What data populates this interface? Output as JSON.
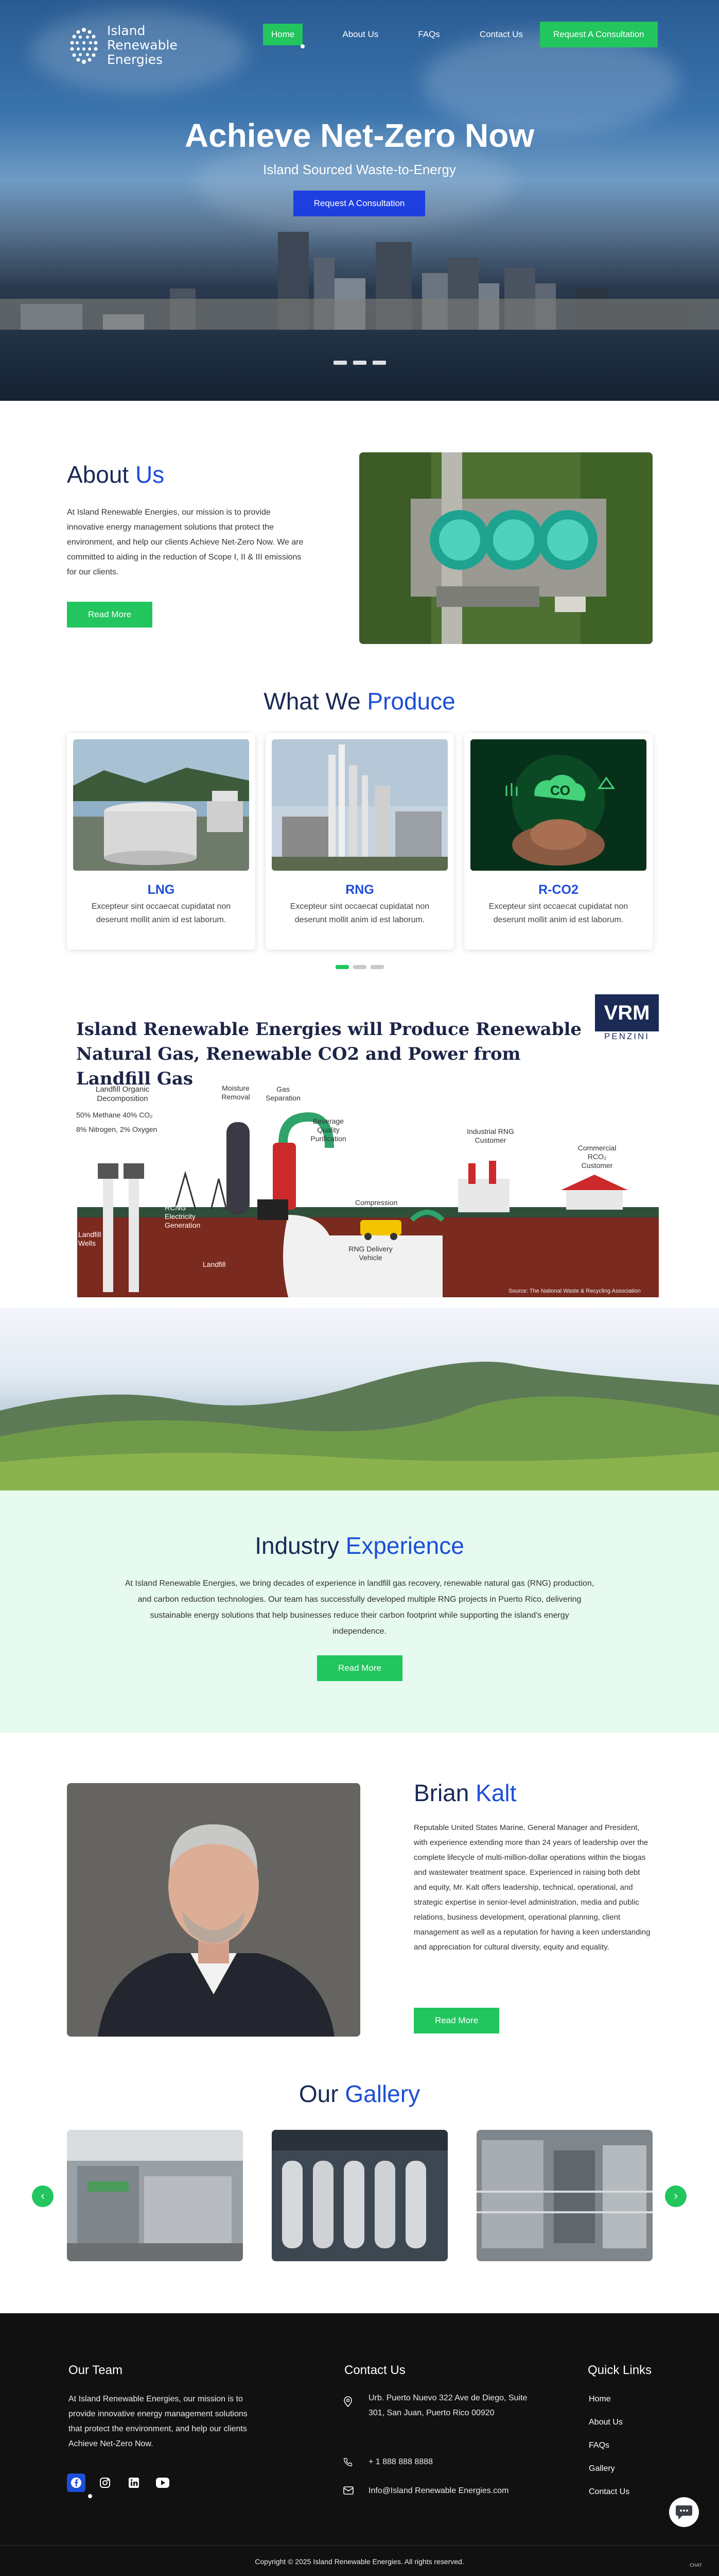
{
  "brand": {
    "line1": "Island",
    "line2": "Renewable",
    "line3": "Energies"
  },
  "nav": {
    "home": "Home",
    "about": "About Us",
    "faqs": "FAQs",
    "contact": "Contact Us",
    "cta": "Request A Consultation"
  },
  "hero": {
    "title": "Achieve Net-Zero Now",
    "subtitle": "Island Sourced Waste-to-Energy",
    "cta": "Request A Consultation"
  },
  "about": {
    "title_a": "About",
    "title_b": "Us",
    "text": "At Island Renewable Energies, our mission is to provide innovative energy management solutions that protect the environment, and help our clients Achieve Net-Zero Now. We are committed to aiding in the reduction of Scope I, II & III emissions for our clients.",
    "button": "Read More"
  },
  "produce": {
    "title_a": "What We",
    "title_b": "Produce",
    "cards": [
      {
        "title": "LNG",
        "text": "Excepteur sint occaecat cupidatat non deserunt mollit anim id est laborum."
      },
      {
        "title": "RNG",
        "text": "Excepteur sint occaecat cupidatat non deserunt mollit anim id est laborum."
      },
      {
        "title": "R-CO2",
        "text": "Excepteur sint occaecat cupidatat non deserunt mollit anim id est laborum."
      }
    ],
    "co_glyph": "CO"
  },
  "infographic": {
    "title_line1": "Island Renewable Energies will Produce Renewable",
    "title_line2": "Natural Gas, Renewable CO2 and Power from Landfill Gas",
    "vrm_logo": "VRM",
    "vrm_sub": "PENZINI",
    "labels": {
      "decomp": "Landfill Organic Decomposition",
      "methane": "50% Methane 40% CO₂",
      "nitrogen": "8% Nitrogen, 2% Oxygen",
      "moisture": "Moisture Removal",
      "gas_sep": "Gas Separation",
      "beverage": "Beverage Quality Purification",
      "compression": "Compression",
      "industrial": "Industrial RNG Customer",
      "commercial": "Commercial RCO₂ Customer",
      "rcng": "RCNG Electricity Generation",
      "wells": "Landfill Wells",
      "landfill": "Landfill",
      "delivery": "RNG Delivery Vehicle",
      "source": "Source: The National Waste & Recycling Association"
    }
  },
  "experience": {
    "title_a": "Industry",
    "title_b": "Experience",
    "text": "At Island Renewable Energies, we bring decades of experience in landfill gas recovery, renewable natural gas (RNG) production, and carbon reduction technologies. Our team has successfully developed multiple RNG projects in Puerto Rico, delivering sustainable energy solutions that help businesses reduce their carbon footprint while supporting the island's energy independence.",
    "button": "Read More"
  },
  "person": {
    "first": "Brian",
    "last": "Kalt",
    "bio": "Reputable United States Marine, General Manager and President, with experience extending more than 24 years of leadership over the complete lifecycle of multi-million-dollar operations within the biogas and wastewater treatment space. Experienced in raising both debt and equity, Mr. Kalt offers leadership, technical, operational, and strategic expertise in senior-level administration, media and public relations, business development, operational planning, client management as well as a reputation for having a keen understanding and appreciation for cultural diversity, equity and equality.",
    "button": "Read More"
  },
  "gallery": {
    "title_a": "Our",
    "title_b": "Gallery"
  },
  "footer": {
    "team_title": "Our Team",
    "team_text": "At Island Renewable Energies, our mission is to provide innovative energy management solutions that protect the environment, and help our clients Achieve Net-Zero Now.",
    "contact_title": "Contact Us",
    "address": "Urb. Puerto Nuevo 322 Ave de Diego, Suite 301, San Juan, Puerto Rico 00920",
    "phone": "+ 1 888 888 8888",
    "email": "Info@Island Renewable Energies.com",
    "links_title": "Quick Links",
    "links": [
      "Home",
      "About Us",
      "FAQs",
      "Gallery",
      "Contact Us"
    ],
    "copyright": "Copyright © 2025 Island Renewable Energies. All rights reserved.",
    "chat_badge": "CHAT"
  },
  "icons": [
    "circle-logo-icon",
    "facebook-icon",
    "instagram-icon",
    "linkedin-icon",
    "youtube-icon",
    "location-icon",
    "phone-icon",
    "email-icon",
    "chat-icon",
    "arrow-left-icon",
    "arrow-right-icon"
  ],
  "colors": {
    "accent_green": "#22c55e",
    "accent_blue": "#1d4ed8",
    "navy": "#1a2a55",
    "mint": "#e6faef",
    "footer": "#111111"
  }
}
